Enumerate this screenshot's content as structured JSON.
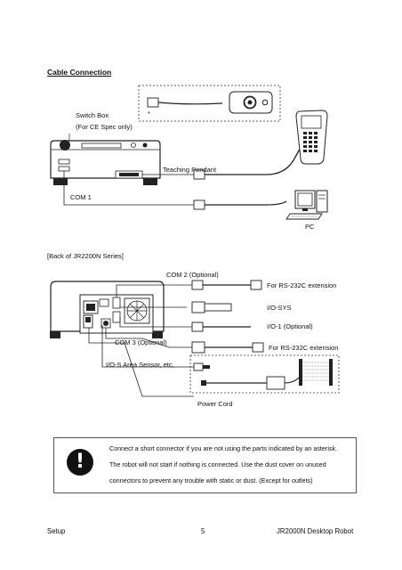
{
  "section_title": "Cable Connection",
  "labels": {
    "switch_box": "Switch Box",
    "ce_spec": "(For CE Spec only)",
    "asterisk": "*",
    "teaching_pendant": "Teaching Pendant",
    "com1": "COM 1",
    "pc": "PC",
    "back_caption": "[Back of JR2200N Series]",
    "com2": "COM 2 (Optional)",
    "rs232_ext_1": "For RS-232C extension",
    "io_sys": "I/O-SYS",
    "io_1": "I/O-1 (Optional)",
    "com3": "COM 3 (Optional)",
    "rs232_ext_2": "For RS-232C extension",
    "io_s": "I/O-S Area Sensor, etc.",
    "power_cord": "Power Cord"
  },
  "note": {
    "icon": "!",
    "line1": "Connect a short connector if you are not using the parts indicated by an asterisk.",
    "line2": "The robot will not start if nothing is connected. Use the dust cover on unused",
    "line3": "connectors to prevent any trouble with static or dust. (Except for outlets)"
  },
  "footer": {
    "left": "Setup",
    "page": "5",
    "right": "JR2000N Desktop Robot"
  }
}
